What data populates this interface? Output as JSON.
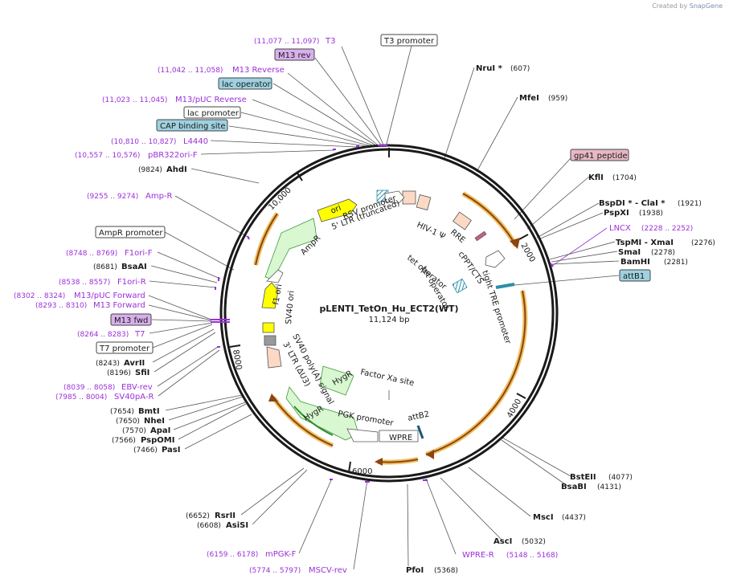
{
  "credit": {
    "prefix": "Created by",
    "brand": "SnapGene"
  },
  "map": {
    "name": "pLENTI_TetOn_Hu_ECT2(WT)",
    "length": "11,124 bp",
    "ticks": [
      "2000",
      "4000",
      "6000",
      "8000",
      "10,000"
    ]
  },
  "features": [
    "ori",
    "AmpR",
    "f1 ori",
    "SV40 ori",
    "RSV promoter",
    "5' LTR (truncated)",
    "HIV-1 Ψ",
    "RRE",
    "cPPT/CTS",
    "tet operator",
    "tet operator",
    "tight TRE promoter",
    "Factor Xa site",
    "HygR",
    "HygR",
    "SV40 poly(A) signal",
    "3' LTR (ΔU3)",
    "PGK promoter",
    "attB2",
    "WPRE"
  ],
  "labels": {
    "t3_range": "(11,077 .. 11,097)",
    "t3": "T3",
    "t3_promoter": "T3 promoter",
    "m13rev": "M13 rev",
    "m13reverse_range": "(11,042 .. 11,058)",
    "m13reverse": "M13 Reverse",
    "lac_operator": "lac operator",
    "m13puc_rev_range": "(11,023 .. 11,045)",
    "m13puc_rev": "M13/pUC Reverse",
    "lac_promoter": "lac promoter",
    "cap": "CAP binding site",
    "l4440_range": "(10,810 .. 10,827)",
    "l4440": "L4440",
    "pbr_range": "(10,557 .. 10,576)",
    "pbr": "pBR322ori-F",
    "ahdi_pos": "(9824)",
    "ahdi": "AhdI",
    "ampr_primer_range": "(9255 .. 9274)",
    "ampr_primer": "Amp-R",
    "ampr_promoter": "AmpR promoter",
    "f1ori_f_range": "(8748 .. 8769)",
    "f1ori_f": "F1ori-F",
    "bsaai_pos": "(8681)",
    "bsaai": "BsaAI",
    "f1ori_r_range": "(8538 .. 8557)",
    "f1ori_r": "F1ori-R",
    "m13puc_fwd_range": "(8302 .. 8324)",
    "m13puc_fwd": "M13/pUC Forward",
    "m13forward_range": "(8293 .. 8310)",
    "m13forward": "M13 Forward",
    "m13fwd": "M13 fwd",
    "t7_range": "(8264 .. 8283)",
    "t7": "T7",
    "t7_promoter": "T7 promoter",
    "avrii_pos": "(8243)",
    "avrii": "AvrII",
    "sfii_pos": "(8196)",
    "sfii": "SfiI",
    "ebv_range": "(8039 .. 8058)",
    "ebv": "EBV-rev",
    "sv40pa_range": "(7985 .. 8004)",
    "sv40pa": "SV40pA-R",
    "bmti_pos": "(7654)",
    "bmti": "BmtI",
    "nhei_pos": "(7650)",
    "nhei": "NheI",
    "apai_pos": "(7570)",
    "apai": "ApaI",
    "pspomi_pos": "(7566)",
    "pspomi": "PspOMI",
    "pasi_pos": "(7466)",
    "pasi": "PasI",
    "rsrii_pos": "(6652)",
    "rsrii": "RsrII",
    "asisi_pos": "(6608)",
    "asisi": "AsiSI",
    "mpgk_range": "(6159 .. 6178)",
    "mpgk": "mPGK-F",
    "mscv_range": "(5774 .. 5797)",
    "mscv": "MSCV-rev",
    "pfoi": "PfoI",
    "pfoi_pos": "(5368)",
    "wpre_r": "WPRE-R",
    "wpre_r_range": "(5148 .. 5168)",
    "asci": "AscI",
    "asci_pos": "(5032)",
    "msci": "MscI",
    "msci_pos": "(4437)",
    "bsabi": "BsaBI",
    "bsabi_pos": "(4131)",
    "bstEII": "BstEII",
    "bstEII_pos": "(4077)",
    "nrui": "NruI *",
    "nrui_pos": "(607)",
    "mfei": "MfeI",
    "mfei_pos": "(959)",
    "gp41": "gp41 peptide",
    "kfli": "KflI",
    "kfli_pos": "(1704)",
    "bspdi": "BspDI * - ClaI *",
    "bspdi_pos": "(1921)",
    "pspxi": "PspXI",
    "pspxi_pos": "(1938)",
    "lncx": "LNCX",
    "lncx_range": "(2228 .. 2252)",
    "tspmi": "TspMI  - XmaI",
    "tspmi_pos": "(2276)",
    "smai": "SmaI",
    "smai_pos": "(2278)",
    "bamhi": "BamHI",
    "bamhi_pos": "(2281)",
    "attb1": "attB1"
  },
  "colors": {
    "primer": "#9b30d9",
    "enzyme": "#000000",
    "backbone": "#1a1a1a",
    "orf_fill": "#d9f7d0",
    "orf_stroke": "#3c9a3c",
    "ori_fill": "#ffff00",
    "promoter_fill": "#ffffff",
    "ltr_fill": "#fbd9c4",
    "highlight": "#f0c060",
    "dark_arrow": "#8b4513"
  }
}
